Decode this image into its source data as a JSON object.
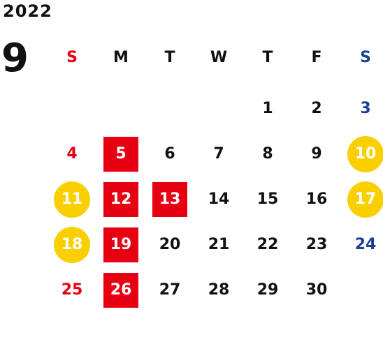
{
  "calendar": {
    "year": "2022",
    "month": "9",
    "weekdays": [
      {
        "label": "S",
        "type": "sun"
      },
      {
        "label": "M",
        "type": "weekday"
      },
      {
        "label": "T",
        "type": "weekday"
      },
      {
        "label": "W",
        "type": "weekday"
      },
      {
        "label": "T",
        "type": "weekday"
      },
      {
        "label": "F",
        "type": "weekday"
      },
      {
        "label": "S",
        "type": "sat"
      }
    ],
    "colors": {
      "sunday": "#e60012",
      "saturday": "#1c3f94",
      "red_marker": "#e60012",
      "yellow_marker": "#f9cf00",
      "text": "#111111"
    },
    "weeks": [
      [
        null,
        null,
        null,
        null,
        {
          "day": "1",
          "mark": "none"
        },
        {
          "day": "2",
          "mark": "none"
        },
        {
          "day": "3",
          "mark": "none"
        }
      ],
      [
        {
          "day": "4",
          "mark": "none"
        },
        {
          "day": "5",
          "mark": "red-square"
        },
        {
          "day": "6",
          "mark": "none"
        },
        {
          "day": "7",
          "mark": "none"
        },
        {
          "day": "8",
          "mark": "none"
        },
        {
          "day": "9",
          "mark": "none"
        },
        {
          "day": "10",
          "mark": "yellow-circle"
        }
      ],
      [
        {
          "day": "11",
          "mark": "yellow-circle"
        },
        {
          "day": "12",
          "mark": "red-square"
        },
        {
          "day": "13",
          "mark": "red-square"
        },
        {
          "day": "14",
          "mark": "none"
        },
        {
          "day": "15",
          "mark": "none"
        },
        {
          "day": "16",
          "mark": "none"
        },
        {
          "day": "17",
          "mark": "yellow-circle"
        }
      ],
      [
        {
          "day": "18",
          "mark": "yellow-circle"
        },
        {
          "day": "19",
          "mark": "red-square"
        },
        {
          "day": "20",
          "mark": "none"
        },
        {
          "day": "21",
          "mark": "none"
        },
        {
          "day": "22",
          "mark": "none"
        },
        {
          "day": "23",
          "mark": "none"
        },
        {
          "day": "24",
          "mark": "none"
        }
      ],
      [
        {
          "day": "25",
          "mark": "none"
        },
        {
          "day": "26",
          "mark": "red-square"
        },
        {
          "day": "27",
          "mark": "none"
        },
        {
          "day": "28",
          "mark": "none"
        },
        {
          "day": "29",
          "mark": "none"
        },
        {
          "day": "30",
          "mark": "none"
        },
        null
      ]
    ]
  }
}
